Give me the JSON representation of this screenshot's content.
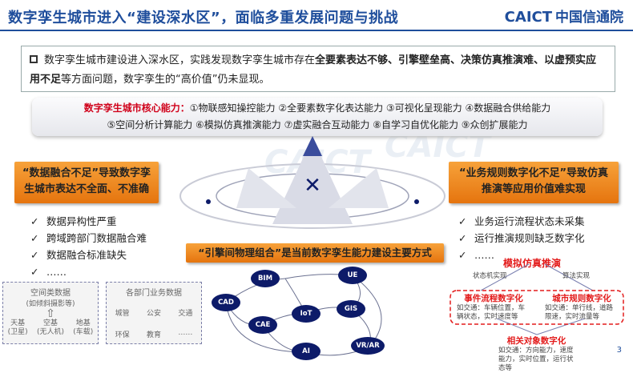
{
  "header": {
    "title": "数字孪生城市进入“建设深水区”，面临多重发展问题与挑战",
    "logo_en": "CAICT",
    "logo_cn": "中国信通院"
  },
  "intro": {
    "p1": "数字孪生城市建设进入深水区，实践发现数字孪生城市存在",
    "b1": "全要素表达不够、引擎壁垒高、决策仿真推演难、以虚预实应用不足",
    "p2": "等方面问题，数字孪生的“高价值”仍未显现。"
  },
  "capabilities": {
    "heading": "数字孪生城市核心能力：",
    "line1": "①物联感知操控能力 ②全要素数字化表达能力 ③可视化呈现能力 ④数据融合供给能力",
    "line2": "⑤空间分析计算能力 ⑥模拟仿真推演能力 ⑦虚实融合互动能力 ⑧自学习自优化能力 ⑨众创扩展能力"
  },
  "left": {
    "box": "“数据融合不足”导致数字孪生城市表达不全面、不准确",
    "items": [
      "数据异构性严重",
      "跨域跨部门数据融合难",
      "数据融合标准缺失",
      "……"
    ]
  },
  "right": {
    "box": "“业务规则数字化不足”导致仿真推演等应用价值难实现",
    "items": [
      "业务运行流程状态未采集",
      "运行推演规则缺乏数字化",
      "……"
    ]
  },
  "center": {
    "banner": "“引擎间物理组合”是当前数字孪生能力建设主要方式",
    "nodes": [
      "BIM",
      "UE",
      "CAD",
      "IoT",
      "GIS",
      "CAE",
      "AI",
      "VR/AR"
    ]
  },
  "spatial": {
    "title": "空间类数据",
    "sub": "(如倾斜摄影等)",
    "items": [
      "天基\n(卫星)",
      "空基\n(无人机)",
      "地基\n(车载)"
    ]
  },
  "business": {
    "title": "各部门业务数据",
    "items": [
      "城管",
      "公安",
      "交通",
      "环保",
      "教育",
      "……"
    ]
  },
  "sim": {
    "title": "模拟仿真推演",
    "left_label": "状态机实现",
    "right_label": "算法实现",
    "event_title": "事件流程数字化",
    "event_desc": "如交通：车辆位置，车辆状态，实时速度等",
    "rule_title": "城市规则数字化",
    "rule_desc": "如交通：单行线，道路限速，实时流量等",
    "obj_title": "相关对象数字化",
    "obj_desc": "如交通：方向能力，速度能力，实时位置，运行状态等"
  },
  "check_mark": "✓",
  "page_number": "3",
  "colors": {
    "brand": "#1f4e9c",
    "orange": "#f08a1c",
    "red": "#e31b1b",
    "node": "#0d1b69"
  }
}
